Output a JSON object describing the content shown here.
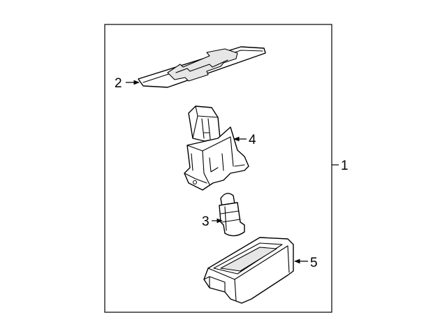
{
  "callouts": {
    "assembly": "1",
    "gasket": "2",
    "bulb": "3",
    "socket": "4",
    "housing": "5"
  }
}
